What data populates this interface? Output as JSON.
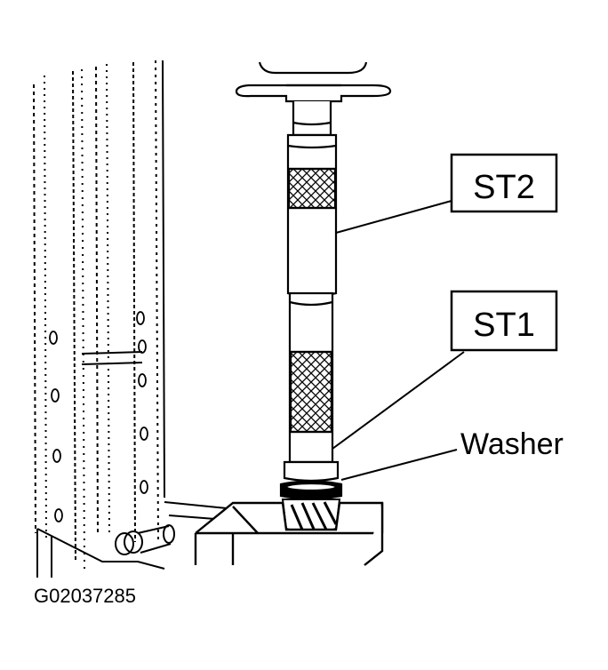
{
  "labels": {
    "st2": "ST2",
    "st1": "ST1",
    "washer": "Washer"
  },
  "figure_id": "G02037285",
  "colors": {
    "ink": "#000000",
    "paper": "#ffffff"
  }
}
